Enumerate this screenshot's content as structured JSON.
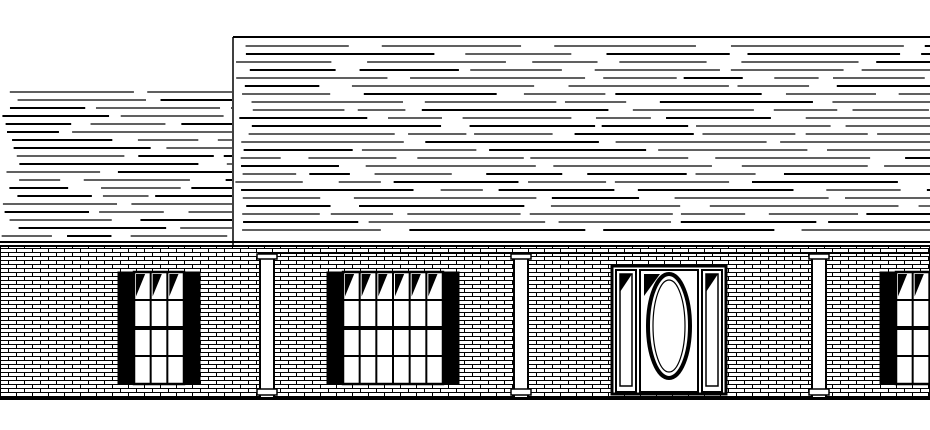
{
  "drawing": {
    "subject": "front-elevation",
    "line_color": "#000000",
    "paper_color": "#ffffff",
    "roof_style": "shingle-lines",
    "wall_material": "brick",
    "elements": {
      "roof_sections": 2,
      "porch_columns": 3,
      "double_windows": 1,
      "single_windows": 1,
      "partial_windows": 1,
      "front_door": "oval-glass-with-sidelights"
    }
  }
}
